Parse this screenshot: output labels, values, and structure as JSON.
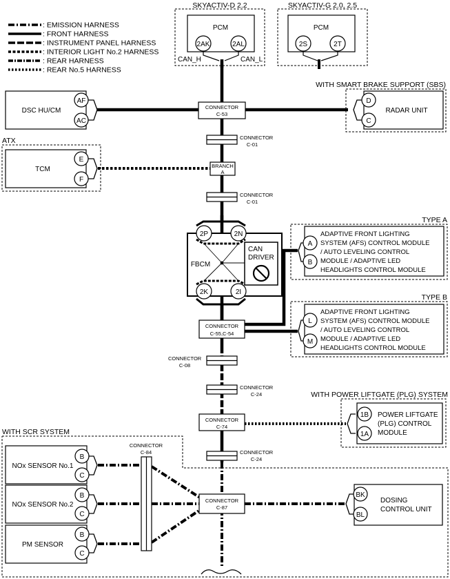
{
  "legend": [
    {
      "style": "emission",
      "label": ": EMISSION HARNESS"
    },
    {
      "style": "front",
      "label": ": FRONT HARNESS"
    },
    {
      "style": "instrument",
      "label": ": INSTRUMENT PANEL HARNESS"
    },
    {
      "style": "interior",
      "label": ": INTERIOR LIGHT No.2 HARNESS"
    },
    {
      "style": "rear",
      "label": ": REAR HARNESS"
    },
    {
      "style": "rear5",
      "label": ": REAR No.5 HARNESS"
    }
  ],
  "groups": {
    "skyactiv_d": "SKYACTIV-D 2.2",
    "skyactiv_g": "SKYACTIV-G 2.0, 2.5",
    "sbs": "WITH SMART BRAKE SUPPORT (SBS)",
    "atx": "ATX",
    "type_a": "TYPE A",
    "type_b": "TYPE B",
    "plg": "WITH POWER LIFTGATE (PLG) SYSTEM",
    "scr": "WITH SCR SYSTEM"
  },
  "modules": {
    "pcm_d": {
      "name": "PCM",
      "pins": [
        "2AK",
        "2AL"
      ],
      "can_h": "CAN_H",
      "can_l": "CAN_L"
    },
    "pcm_g": {
      "name": "PCM",
      "pins": [
        "2S",
        "2T"
      ]
    },
    "dsc": {
      "name": "DSC HU/CM",
      "pins": [
        "AF",
        "AC"
      ]
    },
    "radar": {
      "name": "RADAR UNIT",
      "pins": [
        "D",
        "C"
      ]
    },
    "tcm": {
      "name": "TCM",
      "pins": [
        "E",
        "F"
      ]
    },
    "fbcm": {
      "name": "FBCM",
      "pins": [
        "2P",
        "2N",
        "2K",
        "2I"
      ],
      "can_driver": [
        "CAN",
        "DRIVER"
      ]
    },
    "afs_a": {
      "lines": [
        "ADAPTIVE FRONT LIGHTING",
        "SYSTEM (AFS) CONTROL MODULE",
        "/ AUTO LEVELING CONTROL",
        "MODULE / ADAPTIVE LED",
        "HEADLIGHTS CONTROL MODULE"
      ],
      "pins": [
        "A",
        "B"
      ]
    },
    "afs_b": {
      "lines": [
        "ADAPTIVE FRONT LIGHTING",
        "SYSTEM (AFS) CONTROL MODULE",
        "/ AUTO LEVELING CONTROL",
        "MODULE / ADAPTIVE LED",
        "HEADLIGHTS CONTROL MODULE"
      ],
      "pins": [
        "L",
        "M"
      ]
    },
    "plg": {
      "lines": [
        "POWER LIFTGATE",
        "(PLG) CONTROL",
        "MODULE"
      ],
      "pins": [
        "1B",
        "1A"
      ]
    },
    "nox1": {
      "name": "NOx SENSOR No.1",
      "pins": [
        "B",
        "C"
      ]
    },
    "nox2": {
      "name": "NOx SENSOR No.2",
      "pins": [
        "B",
        "C"
      ]
    },
    "pm": {
      "name": "PM SENSOR",
      "pins": [
        "B",
        "C"
      ]
    },
    "dosing": {
      "lines": [
        "DOSING",
        "CONTROL UNIT"
      ],
      "pins": [
        "BK",
        "BL"
      ]
    }
  },
  "connectors": {
    "c53": [
      "CONNECTOR",
      "C-53"
    ],
    "c01a": [
      "CONNECTOR",
      "C-01"
    ],
    "branch": [
      "BRANCH",
      "A"
    ],
    "c01b": [
      "CONNECTOR",
      "C-01"
    ],
    "c55": [
      "CONNECTOR",
      "C-55,C-54"
    ],
    "c08": [
      "CONNECTOR",
      "C-08"
    ],
    "c24a": [
      "CONNECTOR",
      "C-24"
    ],
    "c74": [
      "CONNECTOR",
      "C-74"
    ],
    "c24b": [
      "CONNECTOR",
      "C-24"
    ],
    "c84": [
      "CONNECTOR",
      "C-84"
    ],
    "c87": [
      "CONNECTOR",
      "C-87"
    ]
  }
}
